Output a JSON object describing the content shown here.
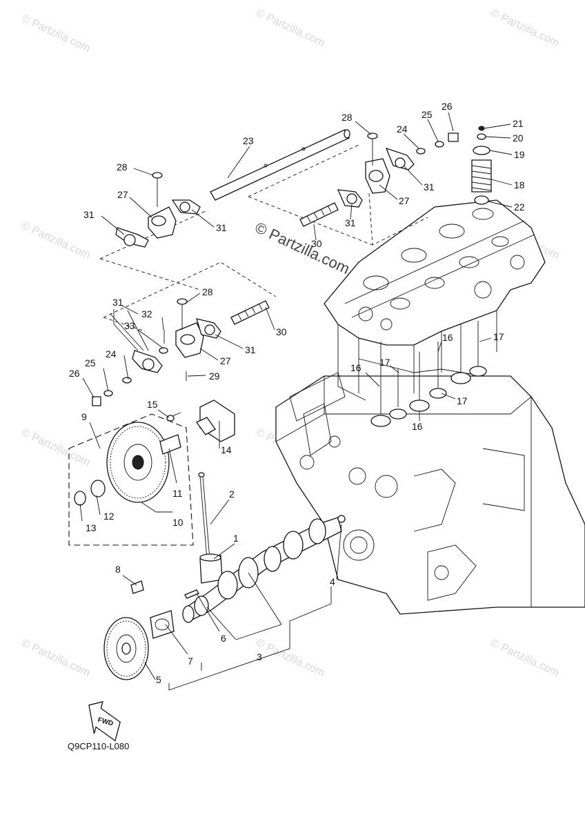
{
  "watermark": {
    "text": "© Partzilla.com",
    "main_text": "© Partzilla.com"
  },
  "diagram_code": "Q9CP110-L080",
  "fwd_label": "FWD",
  "callouts": {
    "c1": "1",
    "c2": "2",
    "c3": "3",
    "c4": "4",
    "c5": "5",
    "c6": "6",
    "c7": "7",
    "c8": "8",
    "c9": "9",
    "c10": "10",
    "c11": "11",
    "c12": "12",
    "c13": "13",
    "c14": "14",
    "c15": "15",
    "c16": "16",
    "c17": "17",
    "c18": "18",
    "c19": "19",
    "c20": "20",
    "c21": "21",
    "c22": "22",
    "c23": "23",
    "c24": "24",
    "c25": "25",
    "c26": "26",
    "c27": "27",
    "c28": "28",
    "c29": "29",
    "c30": "30",
    "c31": "31",
    "c32": "32",
    "c33": "33"
  }
}
